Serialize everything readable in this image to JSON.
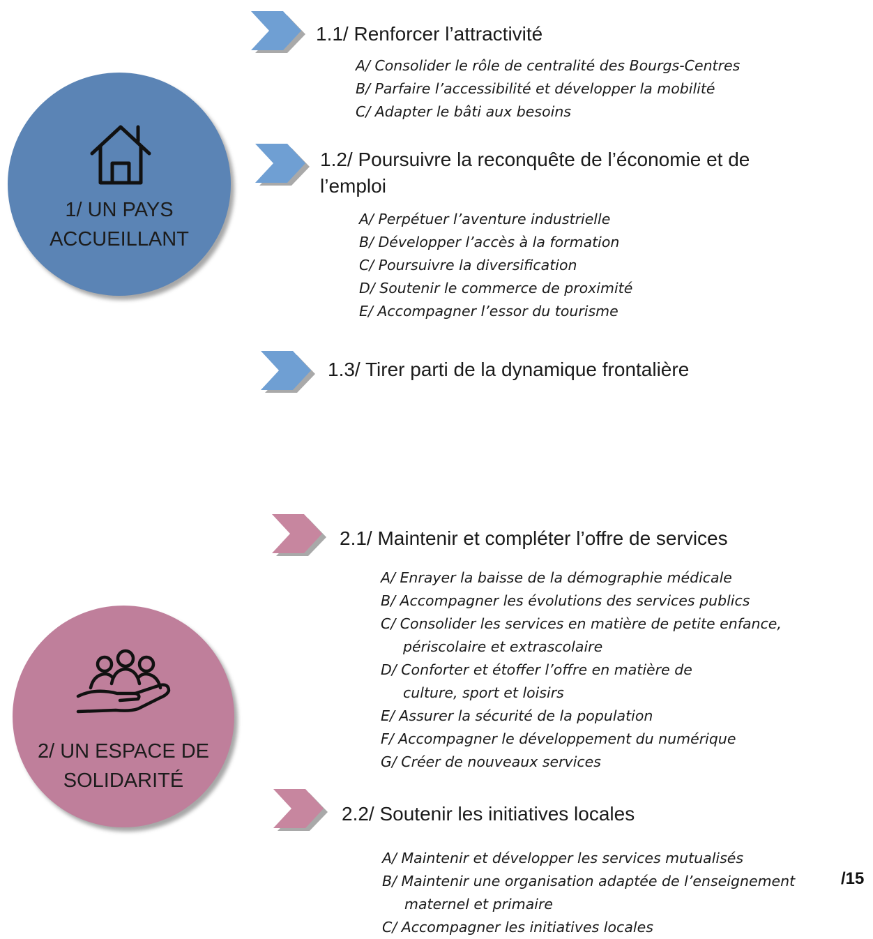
{
  "colors": {
    "theme1": "#5b84b5",
    "theme2": "#bf7f9b",
    "arrow1": "#6f9fd3",
    "arrow2": "#c7869f"
  },
  "theme1": {
    "title_line1": "1/ UN PAYS",
    "title_line2": "ACCUEILLANT",
    "icon": "house-icon",
    "sections": [
      {
        "heading": "1.1/ Renforcer l’attractivité",
        "items": [
          "A/ Consolider le rôle de centralité des Bourgs-Centres",
          "B/ Parfaire l’accessibilité et développer la mobilité",
          "C/ Adapter le bâti aux besoins"
        ]
      },
      {
        "heading_line1": "1.2/ Poursuivre la reconquête de l’économie et de",
        "heading_line2": "l’emploi",
        "items": [
          "A/ Perpétuer l’aventure industrielle",
          "B/ Développer l’accès à la formation",
          "C/ Poursuivre la diversification",
          "D/ Soutenir le commerce de proximité",
          "E/ Accompagner l’essor du tourisme"
        ]
      },
      {
        "heading": "1.3/ Tirer parti de la dynamique frontalière"
      }
    ]
  },
  "theme2": {
    "title_line1": "2/ UN ESPACE DE",
    "title_line2": "SOLIDARITÉ",
    "icon": "community-hand-icon",
    "sections": [
      {
        "heading": "2.1/ Maintenir et compléter l’offre de services",
        "items": [
          "A/ Enrayer la baisse de la démographie médicale",
          "B/ Accompagner les évolutions des services publics",
          "C/ Consolider les services en matière de petite enfance, périscolaire et extrascolaire",
          "D/ Conforter et étoffer l’offre en matière de culture, sport et loisirs",
          "E/ Assurer la sécurité de la population",
          "F/ Accompagner le développement du numérique",
          "G/ Créer de nouveaux services"
        ]
      },
      {
        "heading": "2.2/ Soutenir les initiatives locales",
        "items": [
          "A/ Maintenir et développer les services mutualisés",
          "B/ Maintenir une organisation adaptée de l’enseignement maternel et primaire",
          "C/ Accompagner les initiatives locales"
        ]
      }
    ]
  },
  "page_number": "/15"
}
